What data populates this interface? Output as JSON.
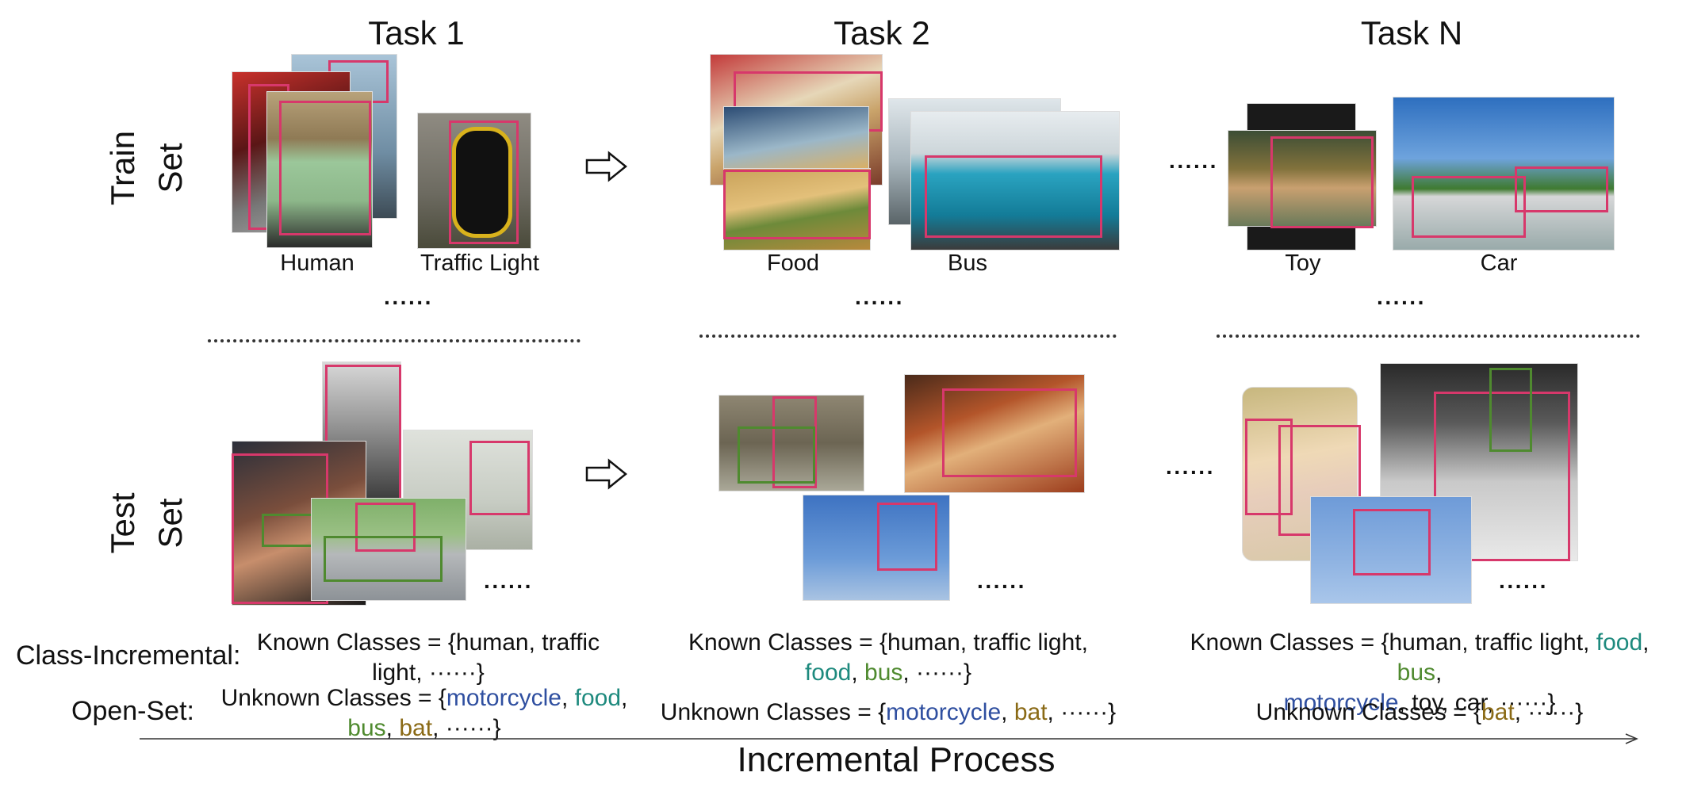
{
  "tasks": [
    {
      "title": "Task 1",
      "train_captions": [
        "Human",
        "Traffic Light"
      ]
    },
    {
      "title": "Task 2",
      "train_captions": [
        "Food",
        "Bus"
      ]
    },
    {
      "title": "Task N",
      "train_captions": [
        "Toy",
        "Car"
      ]
    }
  ],
  "rows": {
    "train": "Train\nSet",
    "test": "Test\nSet"
  },
  "ellipsis": "······",
  "labels": {
    "class_incremental": "Class-Incremental:",
    "open_set": "Open-Set:"
  },
  "axis_title": "Incremental Process",
  "class_colors": {
    "motorcycle": "#2f4fa0",
    "food": "#1e8a7e",
    "bus": "#4f8a2f",
    "bat": "#8a6a16"
  },
  "col1": {
    "known_a": "Known Classes = {human, traffic",
    "known_b": "light, ······}",
    "unknown_pre": "Unknown Classes = {",
    "motorcycle": "motorcycle",
    "comma": ", ",
    "food": "food",
    "comma2": ",",
    "bus": "bus",
    "bat": "bat",
    "tail": ", ······}"
  },
  "col2": {
    "known_a": "Known Classes = {human, traffic light,",
    "food": "food",
    "comma": ", ",
    "bus": "bus",
    "known_tail": ", ······}",
    "unknown_pre": "Unknown Classes = {",
    "motorcycle": "motorcycle",
    "bat": "bat",
    "tail": ", ······}"
  },
  "colN": {
    "known_a": "Known Classes = {human, traffic light, ",
    "food": "food",
    "comma": ", ",
    "bus": "bus",
    "comma2": ",",
    "motorcycle": "motorcycle",
    "known_tail": ", toy, car, ······}",
    "unknown_pre": "Unknown Classes = {",
    "bat": "bat",
    "tail": ", ······}"
  }
}
